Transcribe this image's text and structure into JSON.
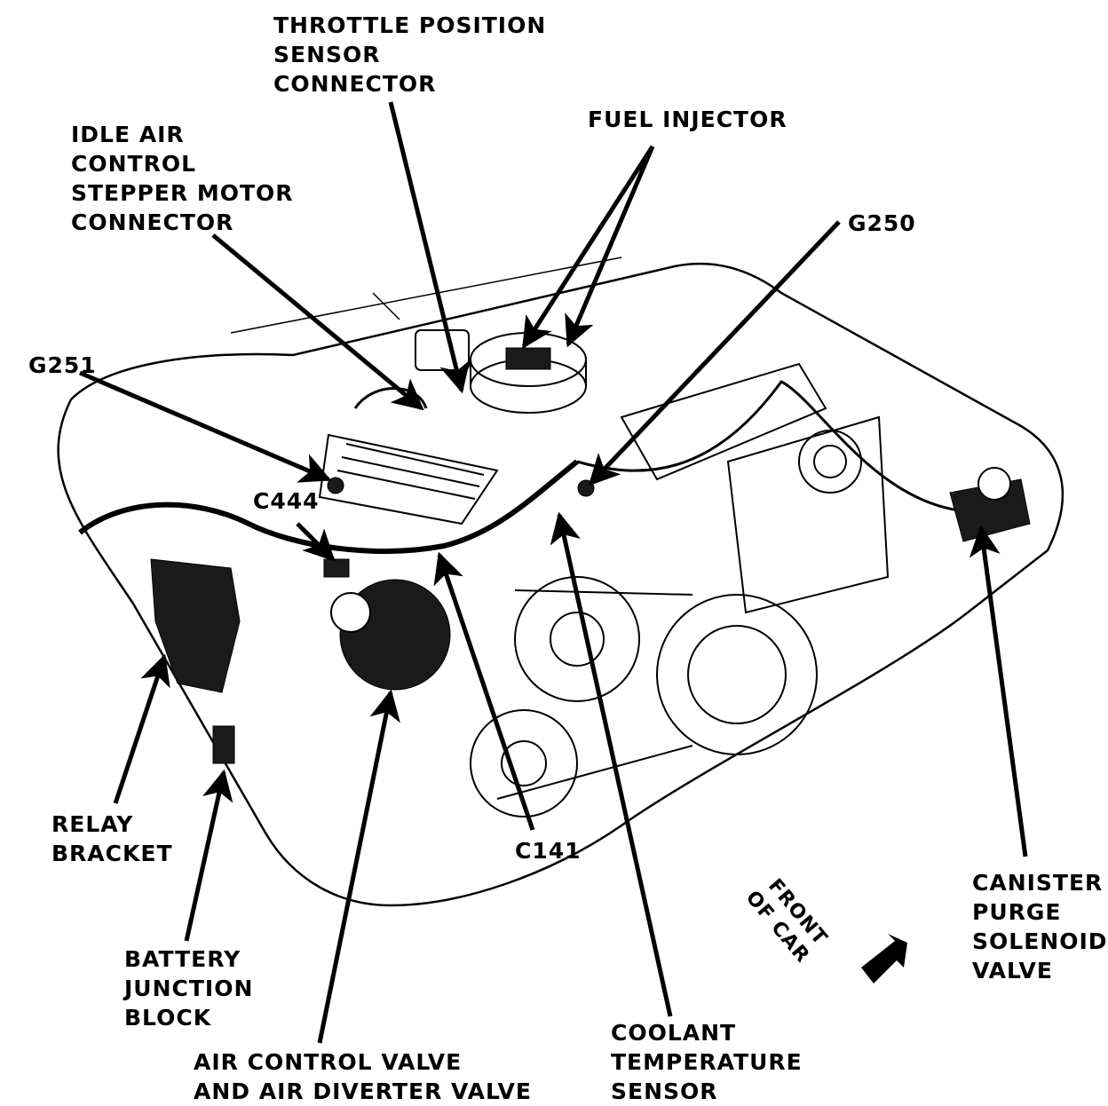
{
  "labels": {
    "throttle_position_sensor": [
      "THROTTLE POSITION",
      "SENSOR",
      "CONNECTOR"
    ],
    "fuel_injector": [
      "FUEL INJECTOR"
    ],
    "idle_air_control": [
      "IDLE AIR",
      "CONTROL",
      "STEPPER MOTOR",
      "CONNECTOR"
    ],
    "g250": [
      "G250"
    ],
    "g251": [
      "G251"
    ],
    "c444": [
      "C444"
    ],
    "relay_bracket": [
      "RELAY",
      "BRACKET"
    ],
    "c141": [
      "C141"
    ],
    "canister_purge": [
      "CANISTER",
      "PURGE",
      "SOLENOID",
      "VALVE"
    ],
    "battery_junction": [
      "BATTERY",
      "JUNCTION",
      "BLOCK"
    ],
    "air_control_valve": [
      "AIR CONTROL VALVE",
      "AND AIR DIVERTER VALVE"
    ],
    "coolant_temperature": [
      "COOLANT",
      "TEMPERATURE",
      "SENSOR"
    ],
    "front_of_car": [
      "FRONT",
      "OF CAR"
    ]
  },
  "colors": {
    "ink": "#000000",
    "paper": "#ffffff"
  }
}
